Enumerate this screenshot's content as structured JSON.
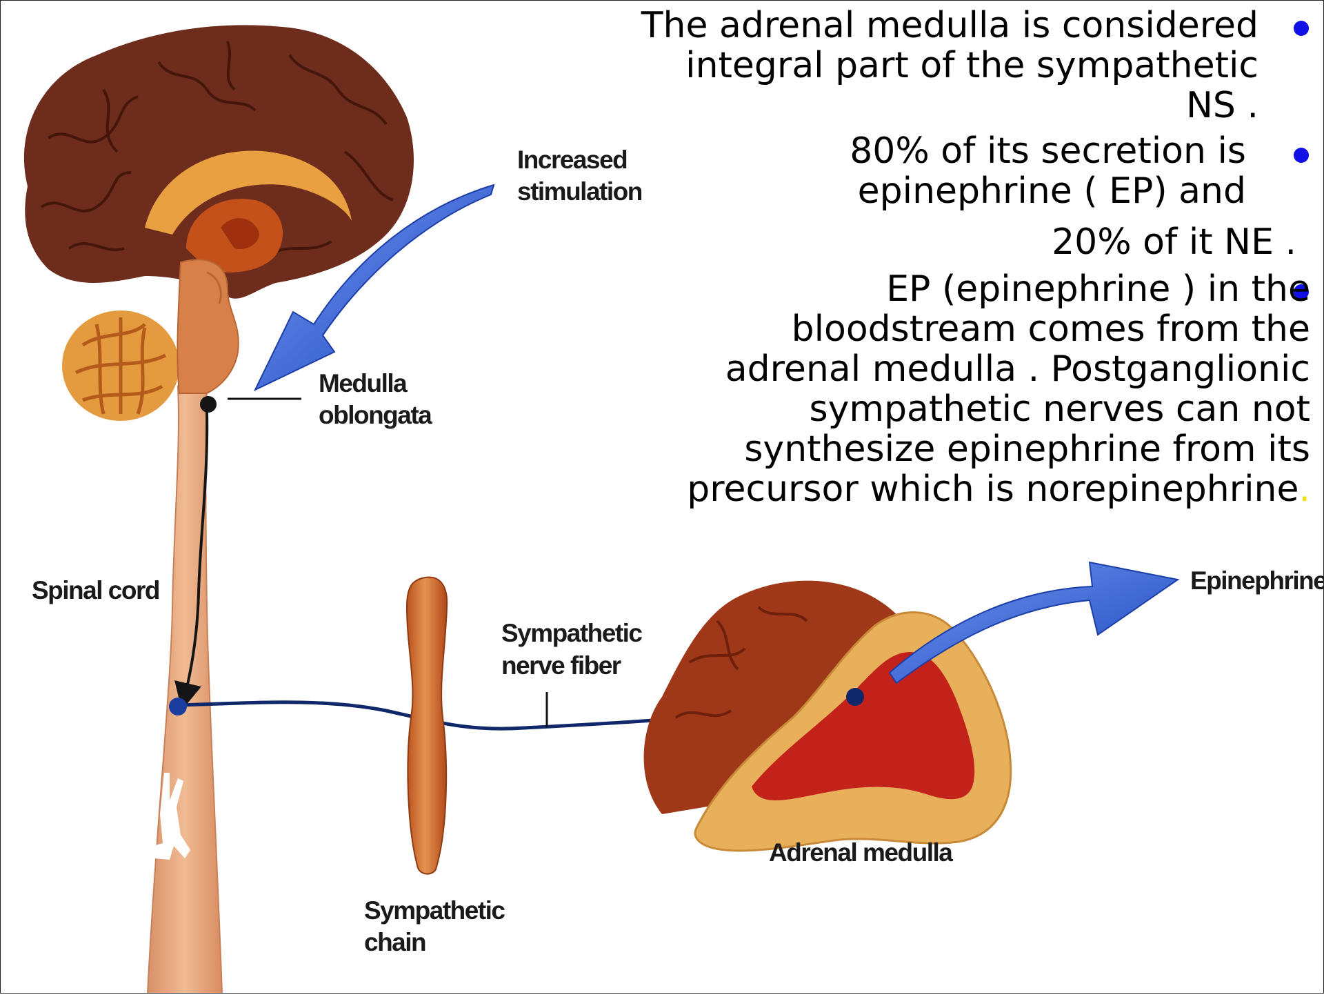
{
  "slide": {
    "bullets": [
      {
        "text": "The adrenal medulla is considered\nintegral part of the sympathetic\nNS ."
      },
      {
        "text": "80% of its secretion  is\nepinephrine ( EP) and"
      },
      {
        "text": "20%  of it  NE ."
      },
      {
        "text": "EP (epinephrine ) in the\nbloodstream comes from the\nadrenal medulla . Postganglionic\nsympathetic nerves can not\nsynthesize epinephrine from its\nprecursor which is norepinephrine",
        "end_mark": "."
      }
    ],
    "bullet_color": "#1010e6"
  },
  "diagram": {
    "labels": {
      "increased_stimulation": [
        "Increased",
        "stimulation"
      ],
      "medulla_oblongata": [
        "Medulla",
        "oblongata"
      ],
      "spinal_cord": "Spinal cord",
      "sympathetic_nerve_fiber": [
        "Sympathetic",
        "nerve fiber"
      ],
      "sympathetic_chain": [
        "Sympathetic",
        "chain"
      ],
      "adrenal_medulla": "Adrenal medulla",
      "epinephrine": "Epinephrine"
    },
    "colors": {
      "cortex": "#6e2c1c",
      "inner_brain": "#e8a040",
      "brainstem": "#d8804a",
      "cord": "#e2a47c",
      "arrow_blue": "#2f62d8",
      "nerve": "#10286a",
      "gland_outer": "#e8b05a",
      "gland_inner": "#c3221a"
    }
  }
}
